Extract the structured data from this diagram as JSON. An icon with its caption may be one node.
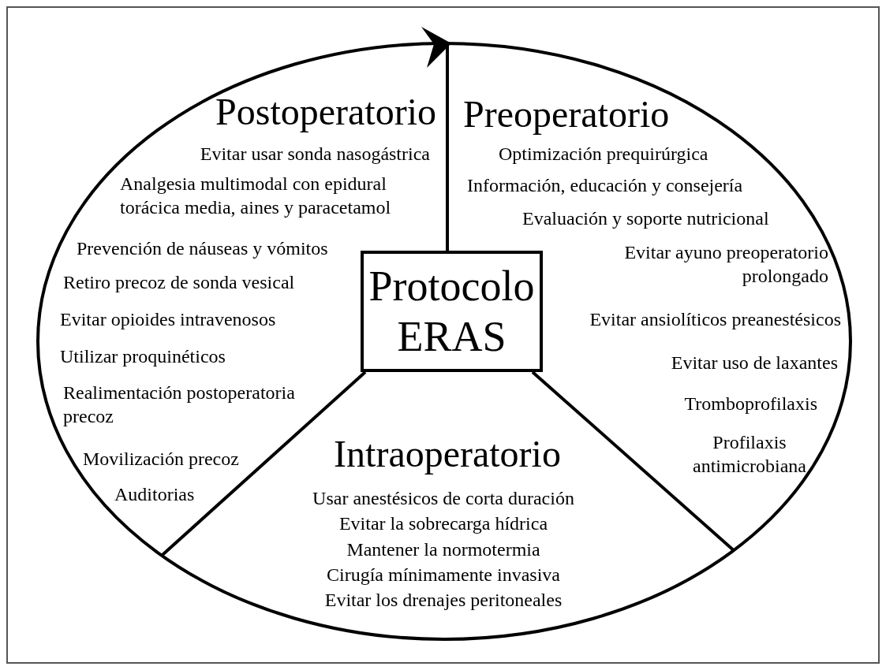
{
  "diagram": {
    "nodes": [
      {
        "text": [
          "Postoperatorio",
          "Evitar usar sonda nasogástrica",
          "Analgesia multimodal con epidural torácica media, aines y paracetamol",
          "Prevención de náuseas y vómitos",
          "Retiro precoz de sonda vesical",
          "Evitar opioides intravenosos",
          "Utilizar proquinéticos",
          "Realimentación postoperatoria precoz",
          "Movilización precoz",
          "Auditorias"
        ]
      },
      {
        "text": [
          "Preoperatorio",
          "Optimización prequirúrgica",
          "Información, educación y consejería",
          "Evaluación y soporte nutricional",
          "Evitar ayuno preoperatorio prolongado",
          "Evitar ansiolíticos preanestésicos",
          "Evitar uso de laxantes",
          "Tromboprofilaxis",
          "Profilaxis antimicrobiana"
        ]
      },
      {
        "text": [
          "Intraoperatorio",
          "Usar anestésicos de corta duración",
          "Evitar la sobrecarga hídrica",
          "Mantener la normotermia",
          "Cirugía mínimamente invasiva",
          "Evitar los drenajes peritoneales"
        ]
      },
      {
        "text": [
          "Protocolo ERAS"
        ]
      }
    ]
  }
}
